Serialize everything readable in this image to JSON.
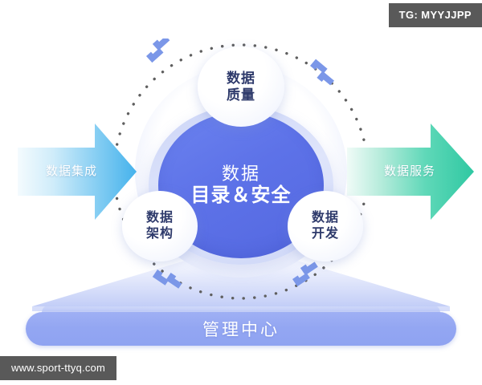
{
  "diagram": {
    "center": {
      "line1": "数据",
      "line2": "目录＆安全"
    },
    "bubbles": [
      {
        "id": "data-quality",
        "line1": "数据",
        "line2": "质量"
      },
      {
        "id": "data-architecture",
        "line1": "数据",
        "line2": "架构"
      },
      {
        "id": "data-development",
        "line1": "数据",
        "line2": "开发"
      }
    ],
    "flows": {
      "input": {
        "label": "数据集成",
        "color_from": "#e8f5fd",
        "color_to": "#4fb6ee"
      },
      "output": {
        "label": "数据服务",
        "color_from": "#e6f7f2",
        "color_to": "#31c9a4"
      }
    },
    "foundation": {
      "label": "管理中心",
      "color": "#93a6f2"
    },
    "orbit": {
      "dot_color": "#5f5f5f",
      "chevron_color": "#7b97e8"
    }
  },
  "overlays": {
    "tg_tag": "TG: MYYJJPP",
    "site_tag": "www.sport-ttyq.com"
  }
}
